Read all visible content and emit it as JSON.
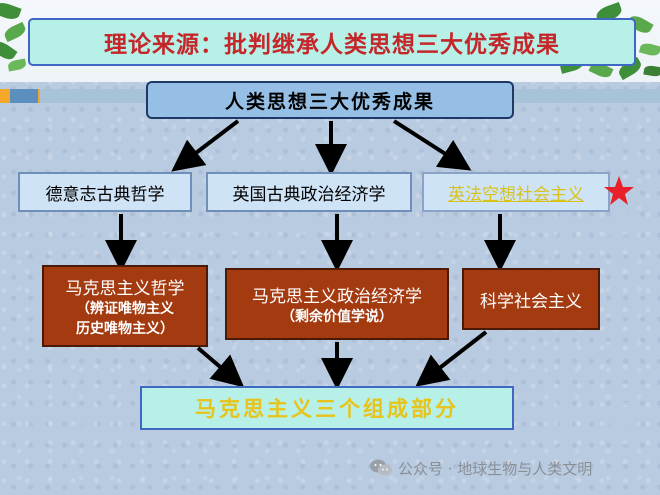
{
  "title": "理论来源：批判继承人类思想三大优秀成果",
  "top_node": "人类思想三大优秀成果",
  "sources": [
    {
      "label": "德意志古典哲学"
    },
    {
      "label": "英国古典政治经济学"
    },
    {
      "label": "英法空想社会主义"
    }
  ],
  "results": [
    {
      "label": "马克思主义哲学",
      "sub": [
        "（辨证唯物主义",
        "历史唯物主义）"
      ]
    },
    {
      "label": "马克思主义政治经济学",
      "sub": [
        "（剩余价值学说）"
      ]
    },
    {
      "label": "科学社会主义",
      "sub": []
    }
  ],
  "bottom": "马克思主义三个组成部分",
  "watermark": "公众号 · 地球生物与人类文明",
  "colors": {
    "title_text": "#c4262a",
    "banner_fill": "#b6f0e6",
    "result_fill": "#a33a10",
    "bottom_text": "#e8c31a",
    "star": "#e8202a"
  }
}
